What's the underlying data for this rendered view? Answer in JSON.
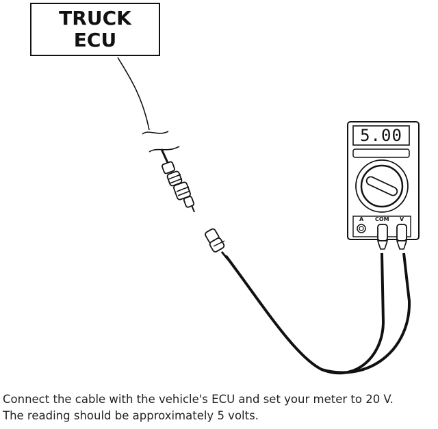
{
  "ecu_box": {
    "line1": "TRUCK",
    "line2": "ECU"
  },
  "meter": {
    "reading": "5.00",
    "jack_a": "A",
    "jack_com": "COM",
    "jack_v": "V"
  },
  "caption": {
    "line1": "Connect the cable with the vehicle's ECU and set your meter to 20 V.",
    "line2": "The reading should be approximately 5 volts."
  }
}
